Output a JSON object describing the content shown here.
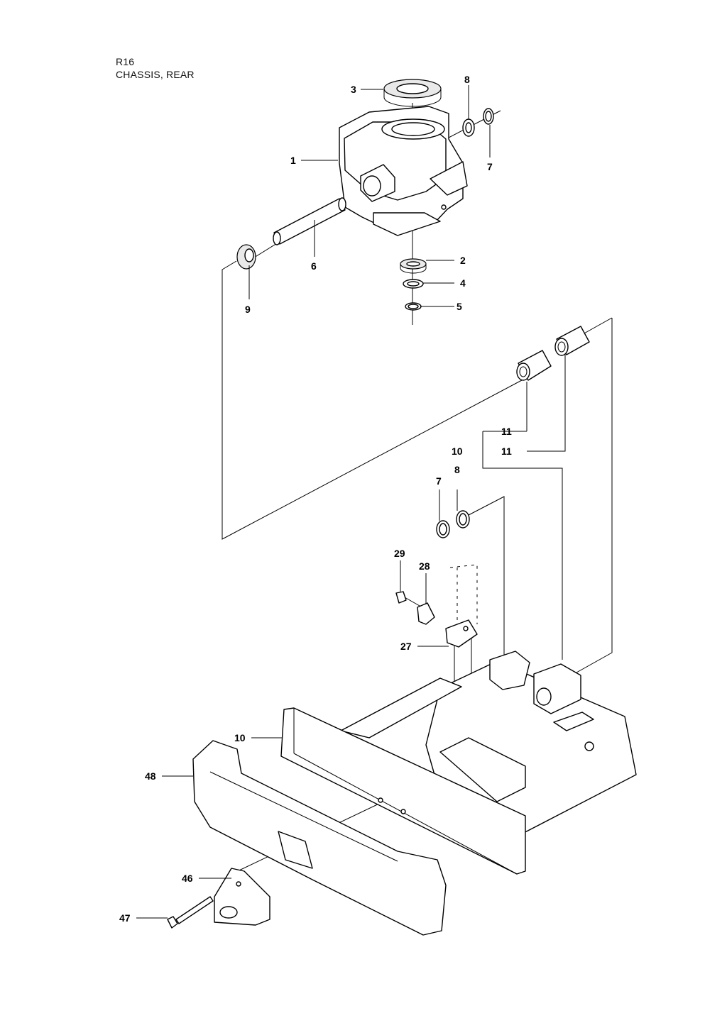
{
  "page": {
    "code": "R16",
    "title": "CHASSIS, REAR"
  },
  "callouts": [
    {
      "id": "c-3",
      "label": "3"
    },
    {
      "id": "c-8a",
      "label": "8"
    },
    {
      "id": "c-1",
      "label": "1"
    },
    {
      "id": "c-7a",
      "label": "7"
    },
    {
      "id": "c-6",
      "label": "6"
    },
    {
      "id": "c-2",
      "label": "2"
    },
    {
      "id": "c-9",
      "label": "9"
    },
    {
      "id": "c-4",
      "label": "4"
    },
    {
      "id": "c-5",
      "label": "5"
    },
    {
      "id": "c-11a",
      "label": "11"
    },
    {
      "id": "c-10a",
      "label": "10"
    },
    {
      "id": "c-11b",
      "label": "11"
    },
    {
      "id": "c-8b",
      "label": "8"
    },
    {
      "id": "c-7b",
      "label": "7"
    },
    {
      "id": "c-29",
      "label": "29"
    },
    {
      "id": "c-28",
      "label": "28"
    },
    {
      "id": "c-27",
      "label": "27"
    },
    {
      "id": "c-10b",
      "label": "10"
    },
    {
      "id": "c-48",
      "label": "48"
    },
    {
      "id": "c-46",
      "label": "46"
    },
    {
      "id": "c-47",
      "label": "47"
    }
  ]
}
